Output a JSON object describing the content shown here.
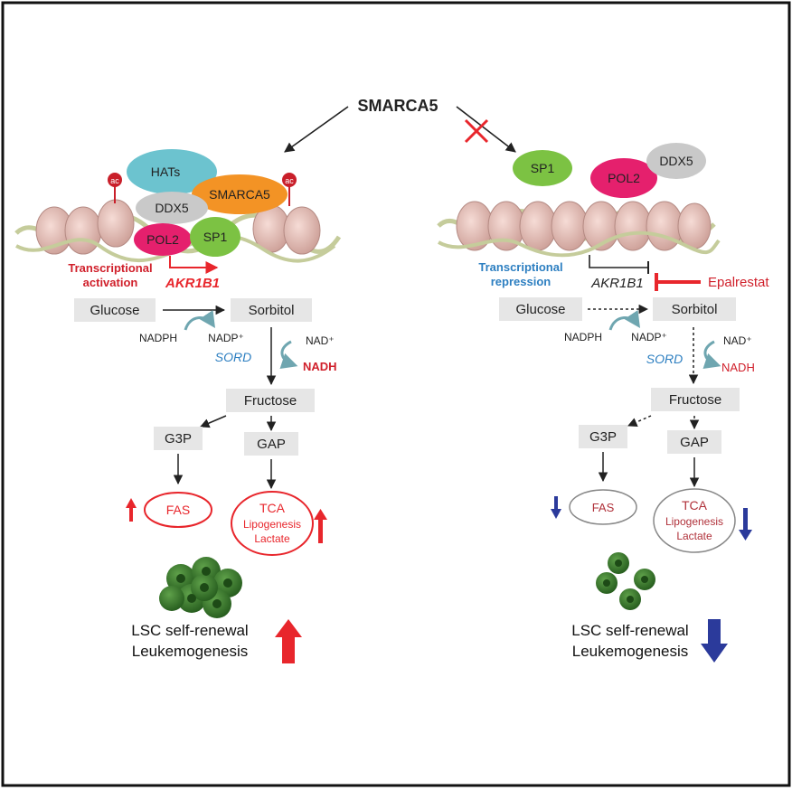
{
  "top_regulator": "SMARCA5",
  "acetyl_mark": "ac",
  "left_panel": {
    "complex": {
      "hats": "HATs",
      "smarca5": "SMARCA5",
      "ddx5": "DDX5",
      "pol2": "POL2",
      "sp1": "SP1"
    },
    "mechanism_line1": "Transcriptional",
    "mechanism_line2": "activation",
    "gene": "AKR1B1",
    "glucose": "Glucose",
    "sorbitol": "Sorbitol",
    "nadph": "NADPH",
    "nadp": "NADP⁺",
    "sord": "SORD",
    "nad": "NAD⁺",
    "nadh": "NADH",
    "fructose": "Fructose",
    "g3p": "G3P",
    "gap": "GAP",
    "fas": "FAS",
    "tca": "TCA",
    "lipogenesis": "Lipogenesis",
    "lactate": "Lactate",
    "outcome_line1": "LSC self-renewal",
    "outcome_line2": "Leukemogenesis",
    "direction": "up",
    "accent_color": "#e8262c"
  },
  "right_panel": {
    "complex": {
      "sp1": "SP1",
      "pol2": "POL2",
      "ddx5": "DDX5"
    },
    "mechanism_line1": "Transcriptional",
    "mechanism_line2": "repression",
    "gene": "AKR1B1",
    "inhibitor": "Epalrestat",
    "glucose": "Glucose",
    "sorbitol": "Sorbitol",
    "nadph": "NADPH",
    "nadp": "NADP⁺",
    "sord": "SORD",
    "nad": "NAD⁺",
    "nadh": "NADH",
    "fructose": "Fructose",
    "g3p": "G3P",
    "gap": "GAP",
    "fas": "FAS",
    "tca": "TCA",
    "lipogenesis": "Lipogenesis",
    "lactate": "Lactate",
    "outcome_line1": "LSC self-renewal",
    "outcome_line2": "Leukemogenesis",
    "direction": "down",
    "accent_color": "#2b3a9b"
  },
  "colors": {
    "hats": "#6cc3cf",
    "smarca5": "#f39325",
    "ddx5": "#c9c9c9",
    "pol2": "#e5206d",
    "sp1": "#7cc243",
    "nucleosome": "#e8bfb8",
    "dna": "#c5cc9b",
    "red": "#e8262c",
    "blue_label": "#2d7fc1",
    "arrow_blue": "#2b3a9b",
    "box": "#e6e6e6",
    "cell": "#3b7a2d"
  }
}
